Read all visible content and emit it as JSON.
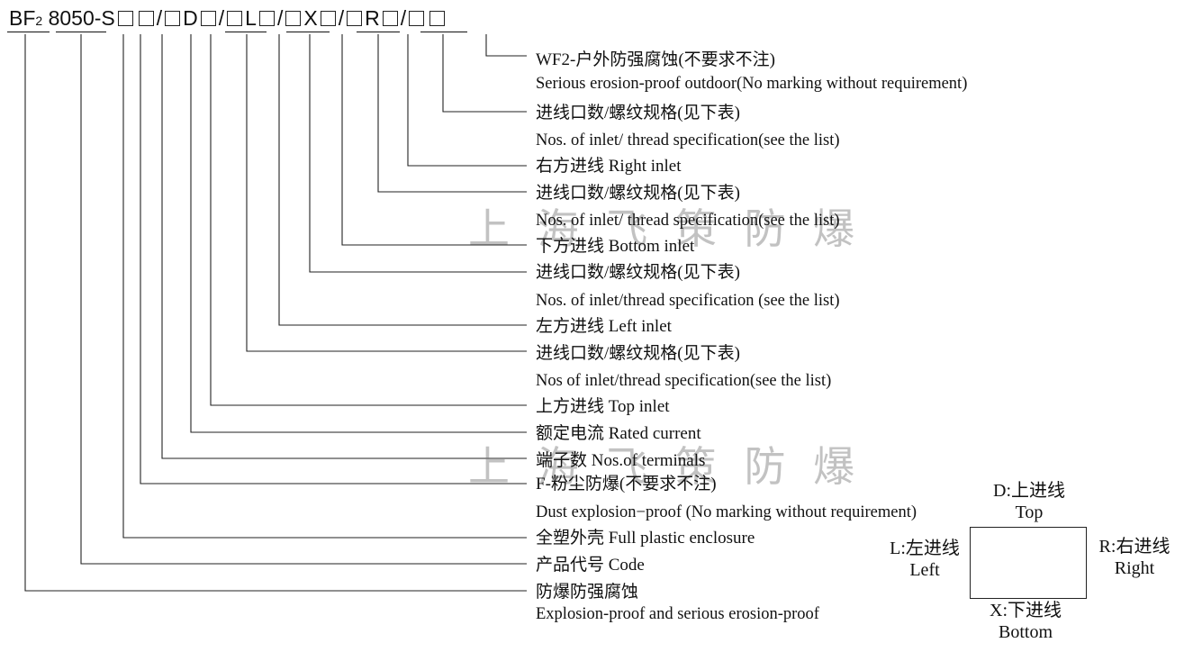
{
  "code": {
    "prefix_main": "BF",
    "prefix_sub": "2",
    "model": "8050-S",
    "d": "D",
    "l": "L",
    "x": "X",
    "r": "R",
    "slash": "/"
  },
  "watermark": "上 海 飞 策 防 爆",
  "labels": [
    {
      "id": "wf2_cn",
      "text": "WF2-户外防强腐蚀(不要求不注)"
    },
    {
      "id": "wf2_en",
      "text": "Serious erosion-proof outdoor(No marking without requirement)"
    },
    {
      "id": "r_thread_cn",
      "text": "进线口数/螺纹规格(见下表)"
    },
    {
      "id": "r_thread_en",
      "text": "Nos. of inlet/ thread specification(see the list)"
    },
    {
      "id": "r_inlet",
      "text": "右方进线  Right inlet"
    },
    {
      "id": "x_thread_cn",
      "text": "进线口数/螺纹规格(见下表)"
    },
    {
      "id": "x_thread_en",
      "text": "Nos. of inlet/ thread specification(see the list)"
    },
    {
      "id": "x_inlet",
      "text": "下方进线   Bottom  inlet"
    },
    {
      "id": "l_thread_cn",
      "text": "进线口数/螺纹规格(见下表)"
    },
    {
      "id": "l_thread_en",
      "text": "Nos. of inlet/thread specification (see the list)"
    },
    {
      "id": "l_inlet",
      "text": "左方进线 Left inlet"
    },
    {
      "id": "d_thread_cn",
      "text": "进线口数/螺纹规格(见下表)"
    },
    {
      "id": "d_thread_en",
      "text": " Nos of inlet/thread specification(see the list)"
    },
    {
      "id": "d_inlet",
      "text": "上方进线 Top inlet"
    },
    {
      "id": "current",
      "text": "额定电流 Rated current"
    },
    {
      "id": "terminals",
      "text": "端子数  Nos.of terminals"
    },
    {
      "id": "dust_cn",
      "text": "F-粉尘防爆(不要求不注)"
    },
    {
      "id": "dust_en",
      "text": "Dust explosion−proof (No marking without requirement)"
    },
    {
      "id": "plastic",
      "text": "全塑外壳   Full plastic enclosure"
    },
    {
      "id": "code",
      "text": "产品代号 Code"
    },
    {
      "id": "ex_cn",
      "text": "防爆防强腐蚀"
    },
    {
      "id": "ex_en",
      "text": "Explosion-proof and serious erosion-proof"
    }
  ],
  "directions": {
    "top_cn": "D:上进线",
    "top_en": "Top",
    "left_cn": "L:左进线",
    "left_en": "Left",
    "right_cn": "R:右进线",
    "right_en": "Right",
    "bottom_cn": "X:下进线",
    "bottom_en": "Bottom"
  }
}
